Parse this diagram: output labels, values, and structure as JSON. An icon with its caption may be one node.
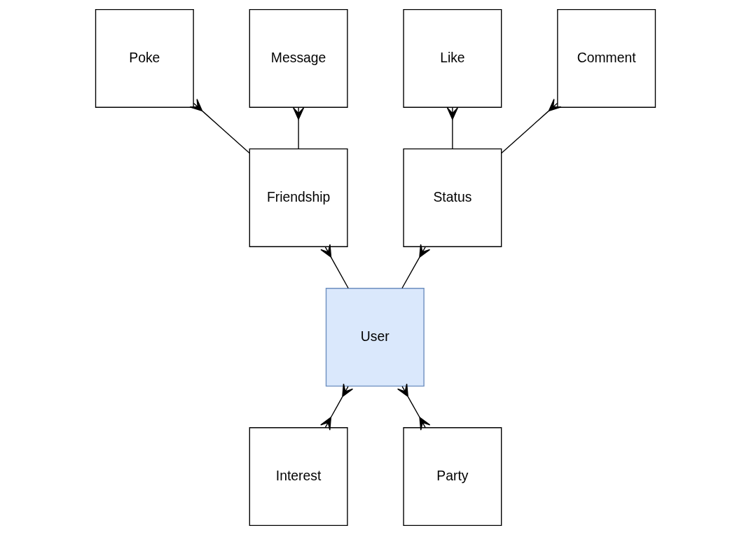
{
  "diagram": {
    "nodes": [
      {
        "text": [
          "Poke"
        ]
      },
      {
        "text": [
          "Like"
        ]
      },
      {
        "text": [
          "Message"
        ]
      },
      {
        "text": [
          "Comment"
        ]
      },
      {
        "text": [
          "Friendship"
        ]
      },
      {
        "text": [
          "Status"
        ]
      },
      {
        "text": [
          "User"
        ]
      },
      {
        "text": [
          "Interest"
        ]
      },
      {
        "text": [
          "Party"
        ]
      }
    ],
    "edges": [
      {
        "from": 4,
        "to": 0,
        "arrow": "other"
      },
      {
        "from": 4,
        "to": 2,
        "arrow": "other"
      },
      {
        "from": 5,
        "to": 1,
        "arrow": "other"
      },
      {
        "from": 5,
        "to": 3,
        "arrow": "other"
      },
      {
        "from": 6,
        "to": 4,
        "arrow": "other"
      },
      {
        "from": 6,
        "to": 5,
        "arrow": "other"
      },
      {
        "from": 7,
        "to": 6,
        "arrow": "other"
      },
      {
        "from": 8,
        "to": 6,
        "arrow": "other"
      }
    ]
  }
}
